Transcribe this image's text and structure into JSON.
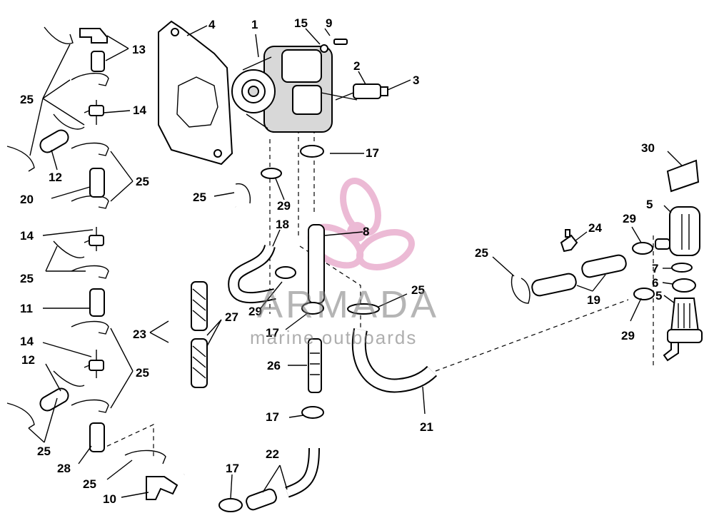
{
  "watermark": {
    "title": "ARMADA",
    "subtitle": "marine outboards",
    "logo_color": "#e6a3c8"
  },
  "callouts": {
    "c1": "1",
    "c2": "2",
    "c3": "3",
    "c4": "4",
    "c5a": "5",
    "c5b": "5",
    "c6": "6",
    "c7": "7",
    "c8": "8",
    "c9": "9",
    "c10": "10",
    "c11": "11",
    "c12a": "12",
    "c12b": "12",
    "c13": "13",
    "c14a": "14",
    "c14b": "14",
    "c14c": "14",
    "c15": "15",
    "c17a": "17",
    "c17b": "17",
    "c17c": "17",
    "c17d": "17",
    "c18": "18",
    "c19": "19",
    "c20": "20",
    "c21": "21",
    "c22": "22",
    "c23": "23",
    "c24": "24",
    "c25a": "25",
    "c25b": "25",
    "c25c": "25",
    "c25d": "25",
    "c25e": "25",
    "c25f": "25",
    "c25g": "25",
    "c25h": "25",
    "c25i": "25",
    "c26": "26",
    "c27": "27",
    "c28": "28",
    "c29a": "29",
    "c29b": "29",
    "c29c": "29",
    "c29d": "29",
    "c30": "30"
  }
}
